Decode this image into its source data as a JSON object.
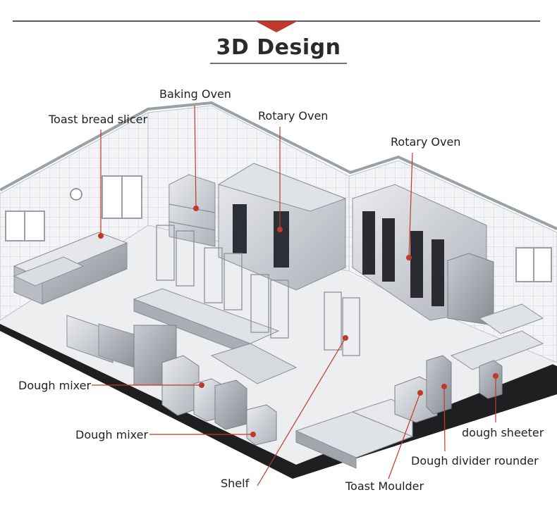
{
  "header": {
    "title": "3D Design",
    "accent_color": "#c0392b",
    "rule_color": "#222222"
  },
  "callouts": {
    "baking_oven": "Baking Oven",
    "toast_bread_slicer": "Toast bread slicer",
    "rotary_oven_left": "Rotary Oven",
    "rotary_oven_right": "Rotary Oven",
    "dough_mixer_1": "Dough mixer",
    "dough_mixer_2": "Dough mixer",
    "shelf": "Shelf",
    "toast_moulder": "Toast Moulder",
    "dough_divider_rounder": "Dough divider rounder",
    "dough_sheeter": "dough sheeter"
  },
  "marker_color": "#c0392b"
}
